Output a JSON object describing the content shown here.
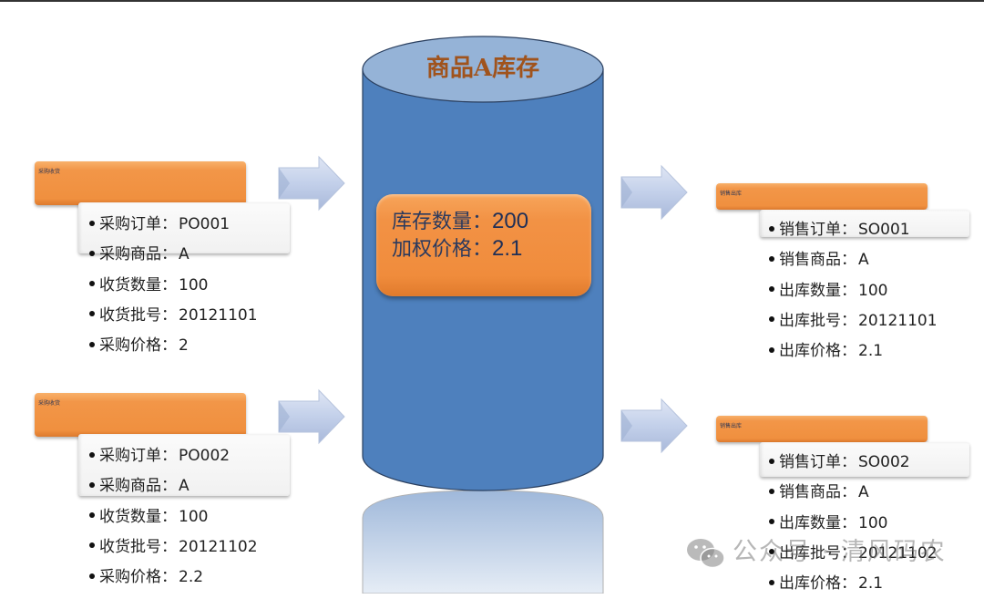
{
  "cylinder": {
    "title": "商品A库存",
    "stock": {
      "qty_label": "库存数量：",
      "qty_value": "200",
      "price_label": "加权价格：",
      "price_value": "2.1"
    }
  },
  "colors": {
    "cylinder_body": "#4e80bd",
    "cylinder_top": "#95b3d7",
    "title_text": "#a0531c",
    "orange": "#f0903f",
    "arrow": "#c7d3ea"
  },
  "receipts": [
    {
      "header": "采购收货",
      "items": [
        {
          "k": "采购订单：",
          "v": "PO001"
        },
        {
          "k": "采购商品：",
          "v": "A"
        },
        {
          "k": "收货数量：",
          "v": "100"
        },
        {
          "k": "收货批号：",
          "v": "20121101"
        },
        {
          "k": "采购价格：",
          "v": "2"
        }
      ]
    },
    {
      "header": "采购收货",
      "items": [
        {
          "k": "采购订单：",
          "v": "PO002"
        },
        {
          "k": "采购商品：",
          "v": "A"
        },
        {
          "k": "收货数量：",
          "v": "100"
        },
        {
          "k": "收货批号：",
          "v": "20121102"
        },
        {
          "k": "采购价格：",
          "v": "2.2"
        }
      ]
    }
  ],
  "shipments": [
    {
      "header": "销售出库",
      "items": [
        {
          "k": "销售订单：",
          "v": "SO001"
        },
        {
          "k": "销售商品：",
          "v": "A"
        },
        {
          "k": "出库数量：",
          "v": "100"
        },
        {
          "k": "出库批号：",
          "v": "20121101"
        },
        {
          "k": "出库价格：",
          "v": "2.1"
        }
      ]
    },
    {
      "header": "销售出库",
      "items": [
        {
          "k": "销售订单：",
          "v": "SO002"
        },
        {
          "k": "销售商品：",
          "v": "A"
        },
        {
          "k": "出库数量：",
          "v": "100"
        },
        {
          "k": "出库批号：",
          "v": "20121102"
        },
        {
          "k": "出库价格：",
          "v": "2.1"
        }
      ]
    }
  ],
  "watermark": {
    "icon": "wechat-icon",
    "text": "公众号 · 清风码农"
  }
}
